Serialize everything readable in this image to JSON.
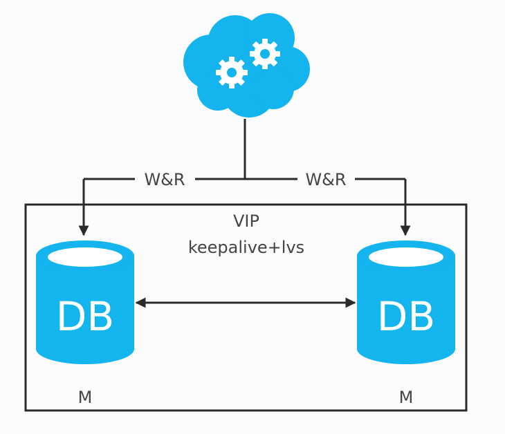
{
  "diagram": {
    "title": "Dual-master MySQL with VIP (keepalive+lvs)",
    "colors": {
      "accent": "#14b4ee",
      "line": "#2a2a2a",
      "text": "#444444",
      "background": "#fcfcfc"
    },
    "cloud": {
      "icon": "cloud-gears-icon"
    },
    "edges": {
      "left_label": "W&R",
      "right_label": "W&R"
    },
    "vip_box": {
      "title": "VIP",
      "subtitle": "keepalive+lvs"
    },
    "nodes": [
      {
        "id": "db-left",
        "label": "DB",
        "role": "M"
      },
      {
        "id": "db-right",
        "label": "DB",
        "role": "M"
      }
    ],
    "replication": {
      "direction": "bidirectional"
    }
  }
}
